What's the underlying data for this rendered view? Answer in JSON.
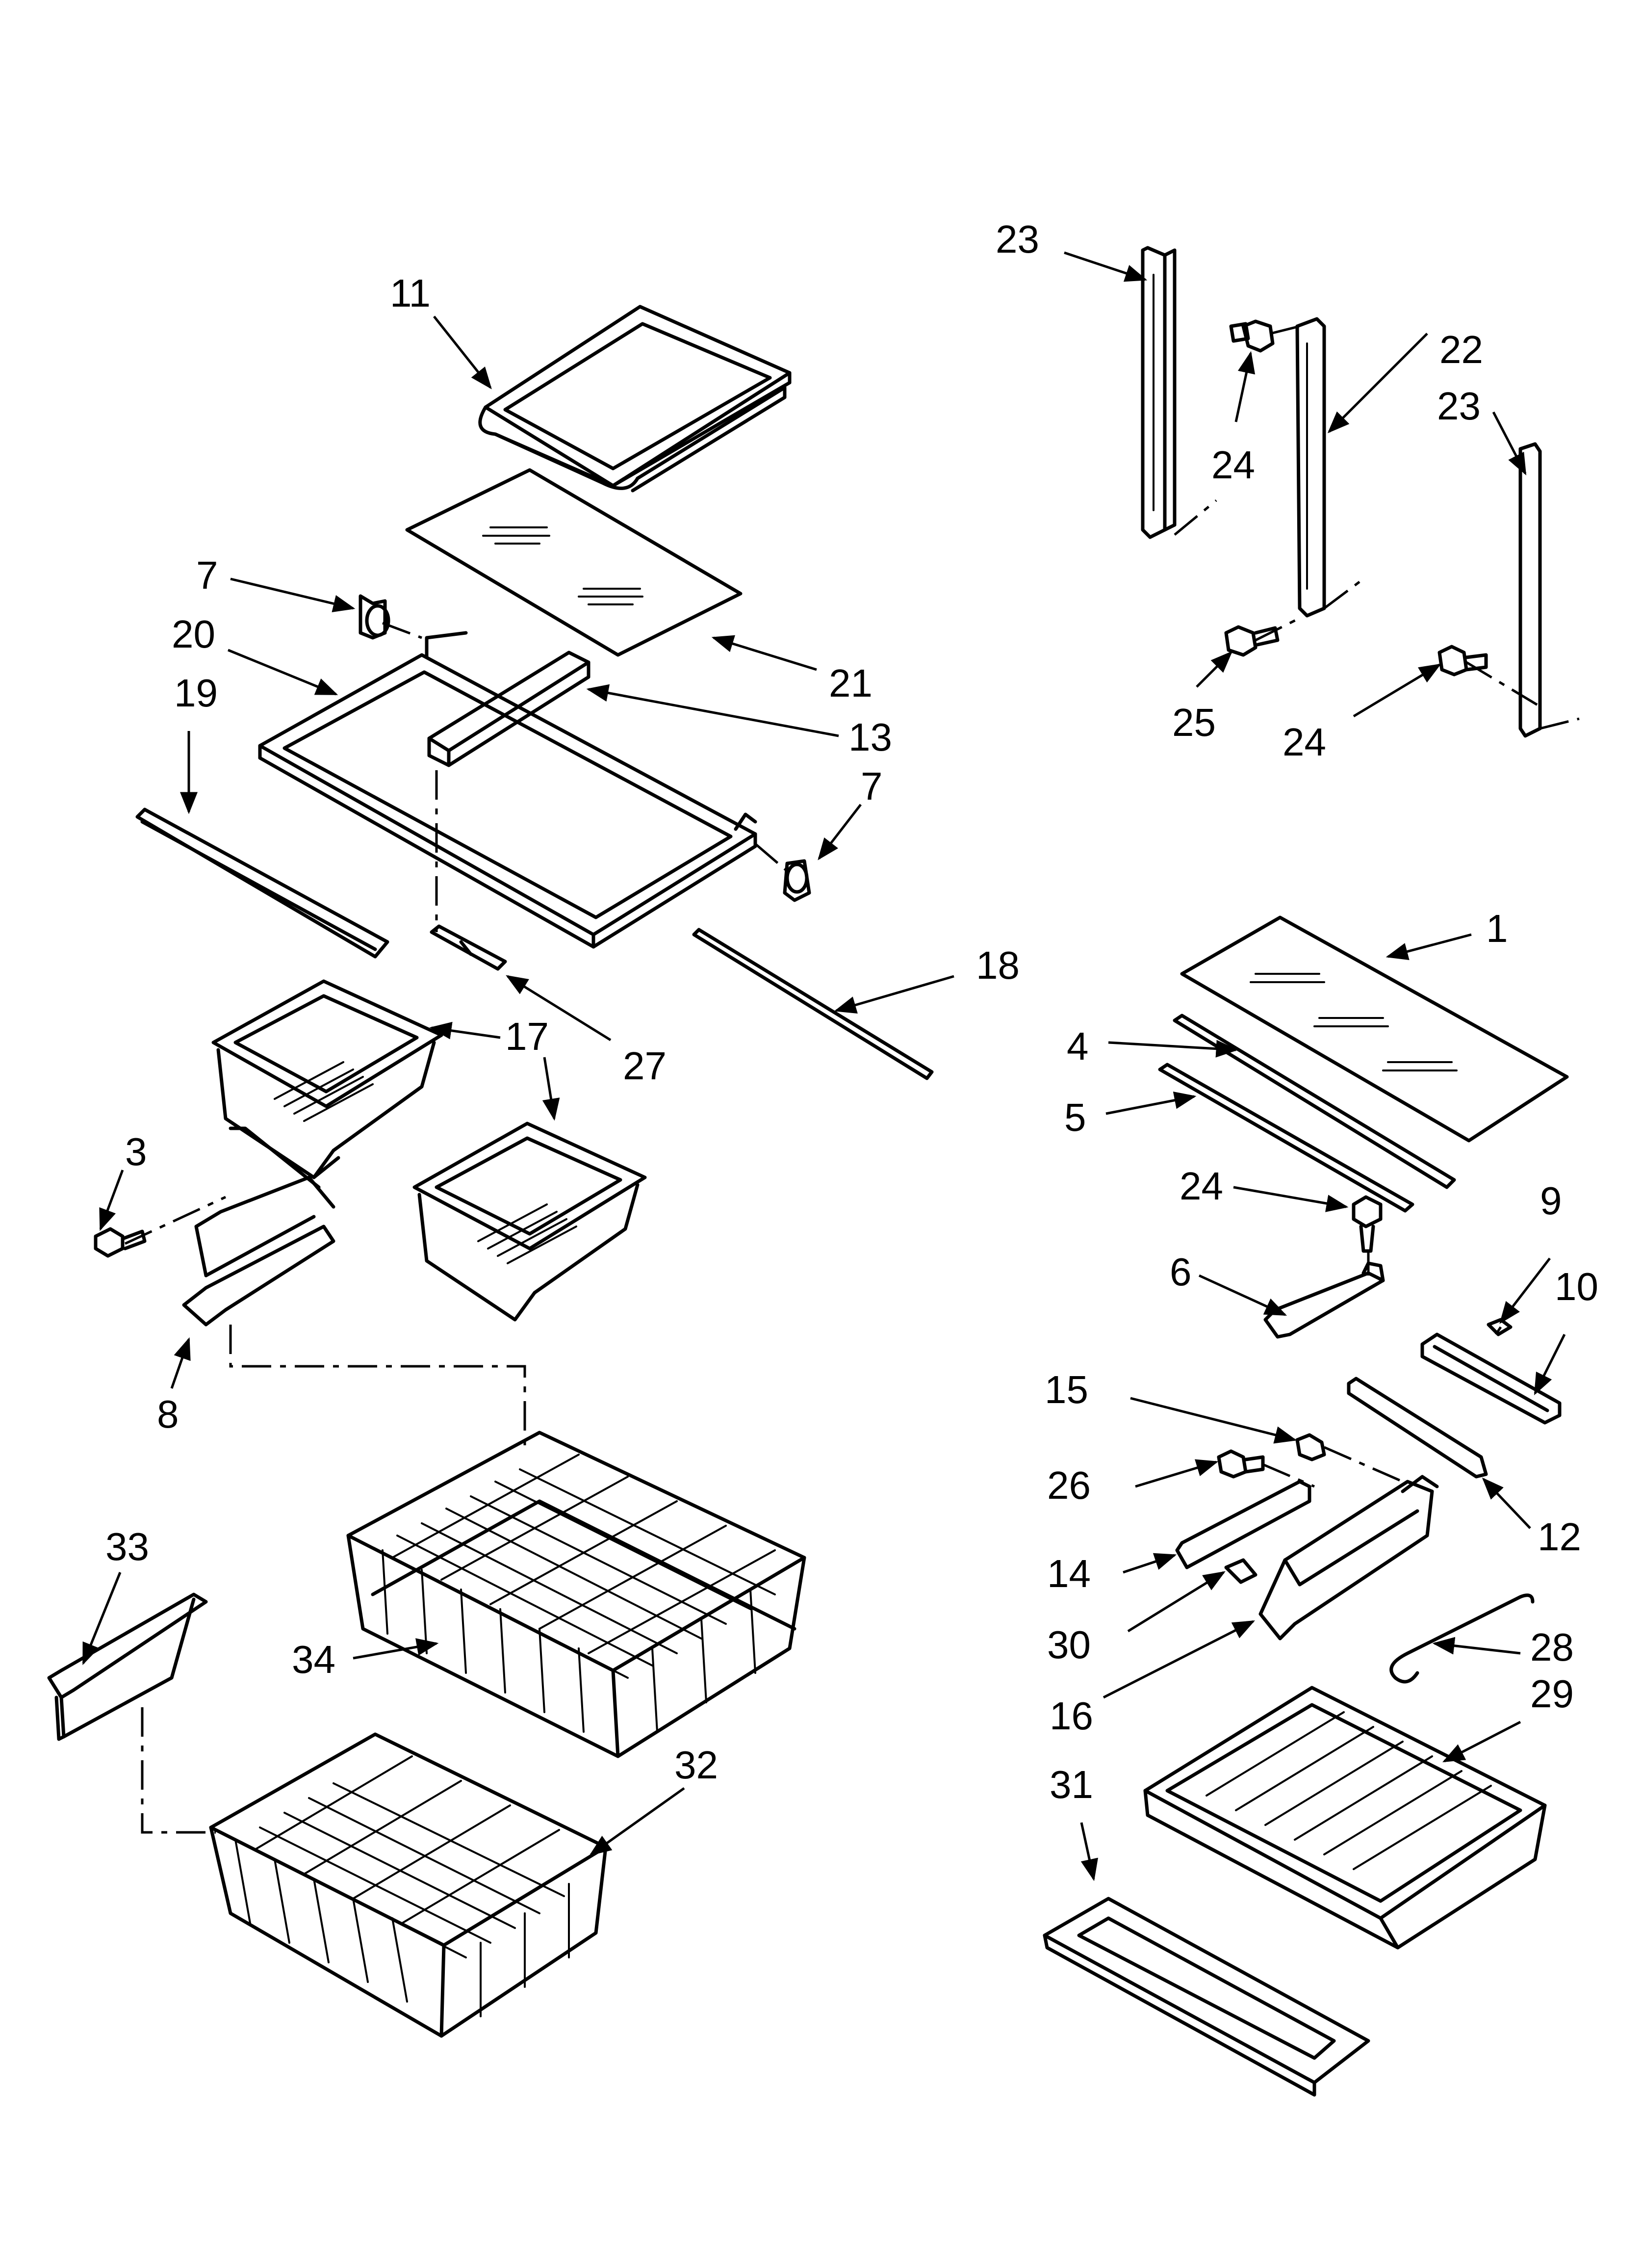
{
  "callouts": {
    "c11": "11",
    "c7a": "7",
    "c20": "20",
    "c19": "19",
    "c21": "21",
    "c13": "13",
    "c7b": "7",
    "c18": "18",
    "c17": "17",
    "c27": "27",
    "c3": "3",
    "c8": "8",
    "c33": "33",
    "c34": "34",
    "c32": "32",
    "c23a": "23",
    "c24a": "24",
    "c22": "22",
    "c23b": "23",
    "c25": "25",
    "c24b": "24",
    "c1": "1",
    "c4": "4",
    "c5": "5",
    "c24c": "24",
    "c6": "6",
    "c9": "9",
    "c10": "10",
    "c15": "15",
    "c26": "26",
    "c12": "12",
    "c14": "14",
    "c30": "30",
    "c16": "16",
    "c28": "28",
    "c29": "29",
    "c31": "31"
  },
  "colors": {
    "ink": "#000000",
    "paper": "#ffffff"
  }
}
